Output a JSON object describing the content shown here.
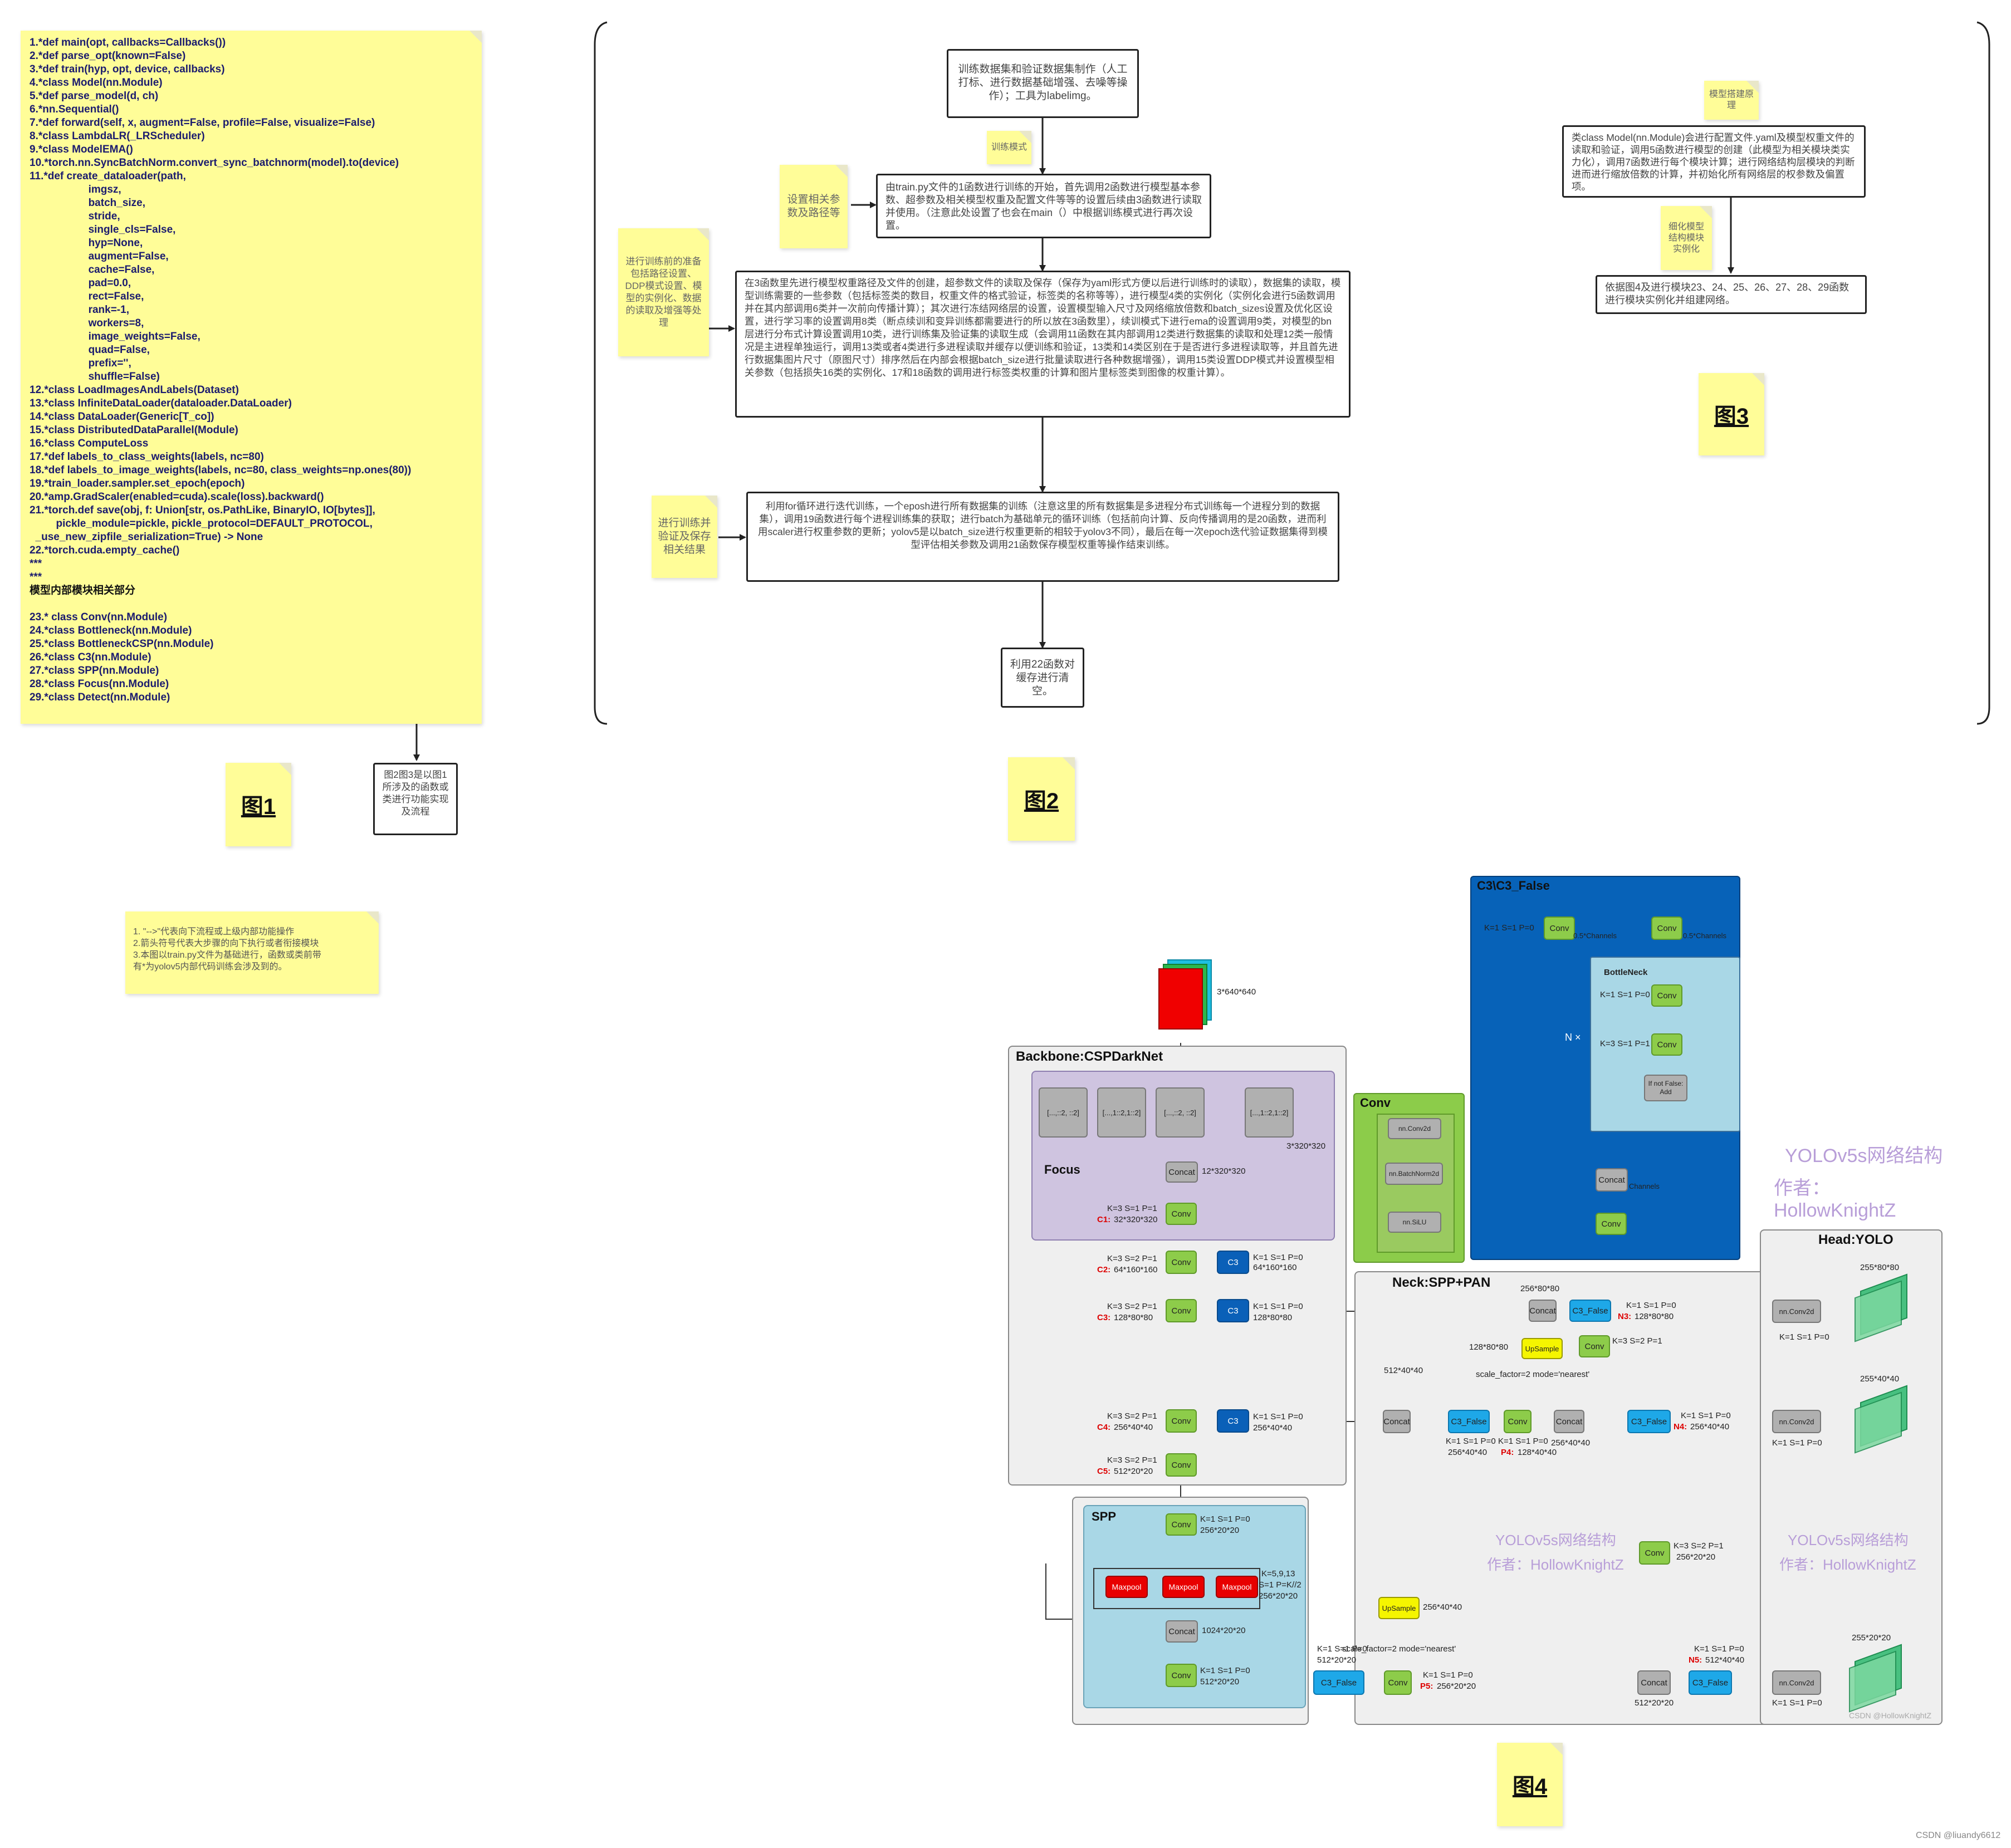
{
  "fig1": {
    "label": "图1",
    "code_lines": [
      "1.*def main(opt, callbacks=Callbacks())",
      "2.*def parse_opt(known=False)",
      "3.*def train(hyp, opt, device, callbacks)",
      "4.*class Model(nn.Module)",
      "5.*def parse_model(d, ch)",
      "6.*nn.Sequential()",
      "7.*def forward(self, x, augment=False, profile=False, visualize=False)",
      "8.*class LambdaLR(_LRScheduler)",
      "9.*class ModelEMA()",
      "10.*torch.nn.SyncBatchNorm.convert_sync_batchnorm(model).to(device)",
      "11.*def create_dataloader(path,",
      "                    imgsz,",
      "                    batch_size,",
      "                    stride,",
      "                    single_cls=False,",
      "                    hyp=None,",
      "                    augment=False,",
      "                    cache=False,",
      "                    pad=0.0,",
      "                    rect=False,",
      "                    rank=-1,",
      "                    workers=8,",
      "                    image_weights=False,",
      "                    quad=False,",
      "                    prefix='',",
      "                    shuffle=False)",
      "12.*class LoadImagesAndLabels(Dataset)",
      "13.*class InfiniteDataLoader(dataloader.DataLoader)",
      "14.*class DataLoader(Generic[T_co])",
      "15.*class DistributedDataParallel(Module)",
      "16.*class ComputeLoss",
      "17.*def labels_to_class_weights(labels, nc=80)",
      "18.*def labels_to_image_weights(labels, nc=80, class_weights=np.ones(80))",
      "19.*train_loader.sampler.set_epoch(epoch)",
      "20.*amp.GradScaler(enabled=cuda).scale(loss).backward()",
      "21.*torch.def save(obj, f: Union[str, os.PathLike, BinaryIO, IO[bytes]],",
      "         pickle_module=pickle, pickle_protocol=DEFAULT_PROTOCOL,",
      "  _use_new_zipfile_serialization=True) -> None",
      "22.*torch.cuda.empty_cache()",
      "***",
      "***",
      "模型内部模块相关部分",
      "",
      "23.* class Conv(nn.Module)",
      "24.*class Bottleneck(nn.Module)",
      "25.*class BottleneckCSP(nn.Module)",
      "26.*class C3(nn.Module)",
      "27.*class SPP(nn.Module)",
      "28.*class Focus(nn.Module)",
      "29.*class Detect(nn.Module)"
    ],
    "side_box": "图2图3是以图1所涉及的函数或类进行功能实现及流程",
    "legend_lines": [
      "1. \"-->\"代表向下流程或上级内部功能操作",
      "2.箭头符号代表大步骤的向下执行或者衔接模块",
      "3.本图以train.py文件为基础进行，函数或类前带",
      "有*为yolov5内部代码训练会涉及到的。"
    ]
  },
  "fig2": {
    "label": "图2",
    "box1": "训练数据集和验证数据集制作（人工打标、进行数据基础增强、去噪等操作）；工具为labelimg。",
    "note_train_mode": "训练模式",
    "note_params": "设置相关参数及路径等",
    "box2": "由train.py文件的1函数进行训练的开始，首先调用2函数进行模型基本参数、超参数及相关模型权重及配置文件等等的设置后续由3函数进行读取并使用。（注意此处设置了也会在main（）中根据训练模式进行再次设置。",
    "note_prep": "进行训练前的准备包括路径设置、DDP模式设置、模型的实例化、数据的读取及增强等处理",
    "box3": "在3函数里先进行模型权重路径及文件的创建，超参数文件的读取及保存（保存为yaml形式方便以后进行训练时的读取），数据集的读取，模型训练需要的一些参数（包括标签类的数目，权重文件的格式验证，标签类的名称等等），进行模型4类的实例化（实例化会进行5函数调用并在其内部调用6类并一次前向传播计算）；其次进行冻结网络层的设置，设置模型输入尺寸及网络缩放倍数和batch_sizes设置及优化区设置，进行学习率的设置调用8类（断点续训和变异训练都需要进行的所以放在3函数里），续训模式下进行ema的设置调用9类，对模型的bn层进行分布式计算设置调用10类，进行训练集及验证集的读取生成（会调用11函数在其内部调用12类进行数据集的读取和处理12类一般情况是主进程单独运行，调用13类或者4类进行多进程读取并缓存以便训练和验证，13类和14类区别在于是否进行多进程读取等，并且首先进行数据集图片尺寸（原图尺寸）排序然后在内部会根据batch_size进行批量读取进行各种数据增强），调用15类设置DDP模式并设置模型相关参数（包括损失16类的实例化、17和18函数的调用进行标签类权重的计算和图片里标签类到图像的权重计算）。",
    "note_train_val": "进行训练并验证及保存相关结果",
    "box4": "利用for循环进行迭代训练，一个eposh进行所有数据集的训练（注意这里的所有数据集是多进程分布式训练每一个进程分到的数据集），调用19函数进行每个进程训练集的获取；进行batch为基础单元的循环训练（包括前向计算、反向传播调用的是20函数，进而利用scaler进行权重参数的更新；yolov5是以batch_size进行权重更新的相较于yolov3不同），最后在每一次epoch迭代验证数据集得到模型评估相关参数及调用21函数保存模型权重等操作结束训练。",
    "box5": "利用22函数对缓存进行清空。"
  },
  "fig3": {
    "label": "图3",
    "note_principle": "模型搭建原理",
    "box1": "类class Model(nn.Module)会进行配置文件.yaml及模型权重文件的读取和验证，调用5函数进行模型的创建（此模型为相关模块类实力化），调用7函数进行每个模块计算；进行网络结构层模块的判断进而进行缩放倍数的计算，并初始化所有网络层的权参数及偏置项。",
    "note_detail": "细化模型结构模块实例化",
    "box2": "依据图4及进行模块23、24、25、26、27、28、29函数进行模块实例化并组建网络。"
  },
  "fig4": {
    "label": "图4",
    "input_size": "3*640*640",
    "backbone_title": "Backbone:CSPDarkNet",
    "focus_title": "Focus",
    "slices": [
      "[...,::2, ::2]",
      "[...,1::2,1::2]",
      "[...,::2, ::2]",
      "[...,1::2,1::2]"
    ],
    "slice_out": "3*320*320",
    "concat": "Concat",
    "focus_concat_out": "12*320*320",
    "conv": "Conv",
    "c3": "C3",
    "c3_false": "C3_False",
    "upsample": "UpSample",
    "maxpool": "Maxpool",
    "nnconv2d": "nn.Conv2d",
    "k3s1": "K=3 S=1 P=1",
    "k3s2": "K=3 S=2 P=1",
    "k1s1": "K=1 S=1 P=0",
    "C1": "C1:",
    "C1v": "32*320*320",
    "C2": "C2:",
    "C2v": "64*160*160",
    "C3": "C3:",
    "C3v": "128*80*80",
    "C4": "C4:",
    "C4v": "256*40*40",
    "C5": "C5:",
    "C5v": "512*20*20",
    "s64_160": "64*160*160",
    "s128_80": "128*80*80",
    "s256_40": "256*40*40",
    "s512_20": "512*20*20",
    "s256_20": "256*20*20",
    "s1024_20": "1024*20*20",
    "s256_80": "256*80*80",
    "s512_40": "512*40*40",
    "spp_title": "SPP",
    "spp_k": "K=5,9,13",
    "spp_s": "S=1 P=K//2",
    "conv_title": "Conv",
    "conv_layers": [
      "nn.Conv2d",
      "nn.BatchNorm2d",
      "nn.SiLU"
    ],
    "c3f_title": "C3\\C3_False",
    "ch05": "0.5*Channels",
    "channels": "Channels",
    "bottleneck": "BottleNeck",
    "nx": "N ×",
    "ifnotfalse": "If not False:",
    "add": "Add",
    "neck_title": "Neck:SPP+PAN",
    "head_title": "Head:YOLO",
    "scale_factor": "scale_factor=2 mode='nearest'",
    "N3": "N3:",
    "N3v": "128*80*80",
    "N4": "N4:",
    "N4v": "256*40*40",
    "N5": "N5:",
    "N5v": "512*40*40",
    "P4": "P4:",
    "P4v": "128*40*40",
    "P5": "P5:",
    "P5v": "256*20*20",
    "head_80": "255*80*80",
    "head_40": "255*40*40",
    "head_20": "255*20*20",
    "wm_title": "YOLOv5s网络结构",
    "wm_author": "作者：HollowKnightZ",
    "wm_csdn": "CSDN @HollowKnightZ"
  },
  "footer_credit": "CSDN @liuandy6612"
}
